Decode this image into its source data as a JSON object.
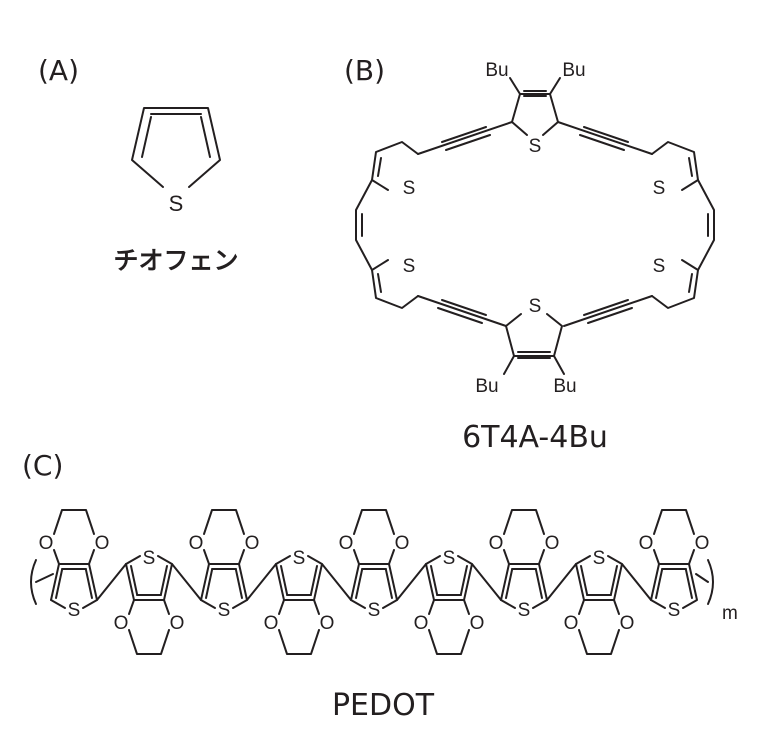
{
  "panels": {
    "a": "(A)",
    "b": "(B)",
    "c": "(C)"
  },
  "atoms": {
    "sulfur": "S",
    "oxygen": "O",
    "butyl": "Bu",
    "repeat": "m"
  },
  "names": {
    "thiophene": "チオフェン",
    "macrocycle": "6T4A-4Bu",
    "polymer": "PEDOT"
  }
}
